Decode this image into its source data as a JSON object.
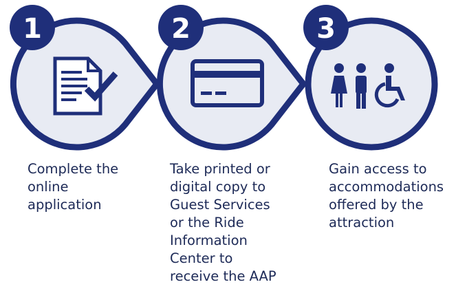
{
  "colors": {
    "navy": "#1f2f7a",
    "circle_fill": "#e8ebf3",
    "icon": "#1f2f7a",
    "badge_text": "#ffffff",
    "caption_text": "#1d2a57"
  },
  "steps": [
    {
      "number": "1",
      "icon": "document-checkmark-icon",
      "caption": "Complete the\nonline\napplication"
    },
    {
      "number": "2",
      "icon": "card-icon",
      "caption": "Take printed or\ndigital copy to\nGuest Services\nor the Ride\nInformation\nCenter to\nreceive the AAP"
    },
    {
      "number": "3",
      "icon": "accessibility-people-icon",
      "caption": "Gain access to\naccommodations\noffered by the\nattraction"
    }
  ]
}
